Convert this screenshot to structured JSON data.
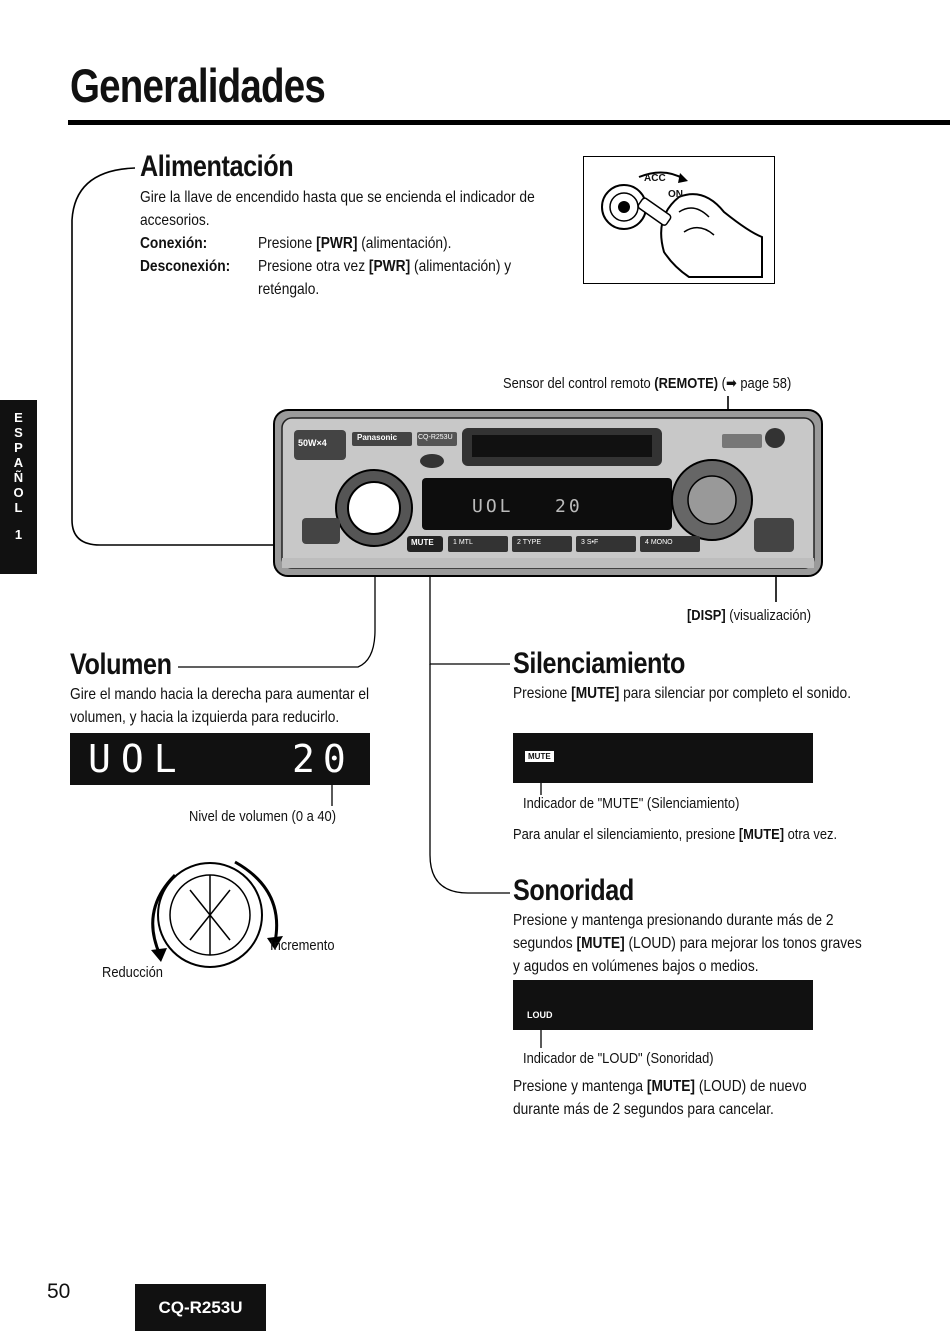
{
  "page": {
    "title": "Generalidades",
    "page_number": "50",
    "model": "CQ-R253U",
    "side_tab": {
      "letters": [
        "E",
        "S",
        "P",
        "A",
        "Ñ",
        "O",
        "L"
      ],
      "number": "1"
    }
  },
  "alimentacion": {
    "heading": "Alimentación",
    "intro": "Gire la llave de encendido hasta que se encienda el indicador de accesorios.",
    "on_label": "Conexión:",
    "on_text_pre": "Presione ",
    "on_key": "[PWR]",
    "on_text_post": " (alimentación).",
    "off_label": "Desconexión:",
    "off_text_pre": "Presione otra vez ",
    "off_key": "[PWR]",
    "off_text_post": " (alimentación) y reténgalo.",
    "ignition_acc": "ACC",
    "ignition_on": "ON"
  },
  "unit": {
    "remote_sensor_pre": "Sensor del control remoto ",
    "remote_sensor_key": "(REMOTE)",
    "remote_sensor_post": " (➡ page 58)",
    "disp_key": "[DISP]",
    "disp_text": " (visualización)",
    "display_text": "UOL   20",
    "brand": "Panasonic",
    "model": "CQ-R253U",
    "mute_button": "MUTE",
    "buttons": [
      "1 MTL",
      "2 TYPE",
      "3 S•F",
      "4 MONO"
    ],
    "watts": "50W×4"
  },
  "volumen": {
    "heading": "Volumen",
    "text": "Gire el mando hacia la derecha para aumentar el volumen, y hacia la izquierda para reducirlo.",
    "lcd_left": "UOL",
    "lcd_right": "20",
    "level_label": "Nivel de volumen (0 a 40)",
    "decrease_label": "Reducción",
    "increase_label": "Incremento"
  },
  "silenciamiento": {
    "heading": "Silenciamiento",
    "text_pre": "Presione ",
    "text_key": "[MUTE]",
    "text_post": " para silenciar por completo el sonido.",
    "lcd_badge": "MUTE",
    "indicator_label": "Indicador de \"MUTE\" (Silenciamiento)",
    "cancel_pre": "Para anular el silenciamiento, presione ",
    "cancel_key": "[MUTE]",
    "cancel_post": " otra vez."
  },
  "sonoridad": {
    "heading": "Sonoridad",
    "text_pre": "Presione y mantenga presionando durante más de 2 segundos ",
    "text_key": "[MUTE]",
    "text_post": " (LOUD) para mejorar los tonos graves y agudos en volúmenes bajos o medios.",
    "lcd_badge": "LOUD",
    "indicator_label": "Indicador de \"LOUD\" (Sonoridad)",
    "cancel_pre": "Presione y mantenga ",
    "cancel_key": "[MUTE]",
    "cancel_post": " (LOUD) de nuevo durante más de 2 segundos para cancelar."
  }
}
